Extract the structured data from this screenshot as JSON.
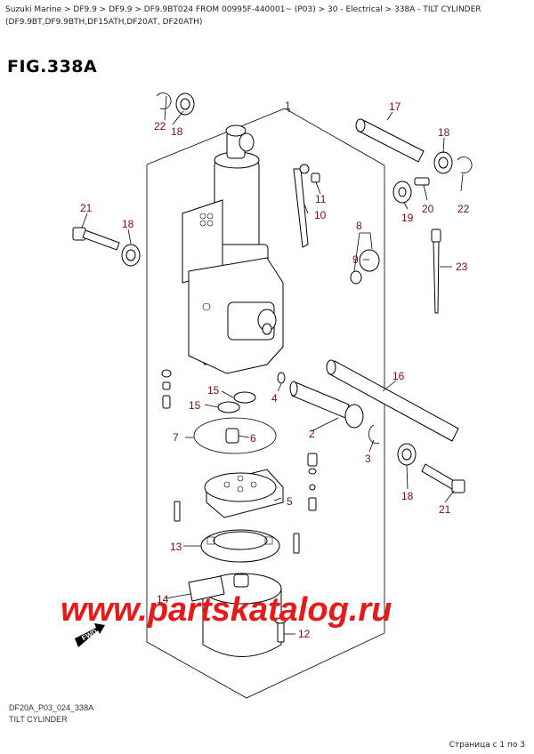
{
  "breadcrumb": "Suzuki Marine > DF9.9 > DF9.9 > DF9.9BT024 FROM 00995F-440001~ (P03) > 30 - Electrical > 338A - TILT CYLINDER (DF9.9BT,DF9.9BTH,DF15ATH,DF20AT, DF20ATH)",
  "figure_title": "FIG.338A",
  "watermark": "www.partskatalog.ru",
  "fwd_label": "FWD",
  "drawing_code": "DF20A_P03_024_338A",
  "caption": "TILT CYLINDER",
  "pager": "Страница с 1 по 3",
  "callouts": {
    "c1": "1",
    "c2": "2",
    "c3": "3",
    "c4": "4",
    "c5": "5",
    "c6": "6",
    "c7": "7",
    "c8": "8",
    "c9": "9",
    "c10": "10",
    "c11": "11",
    "c12": "12",
    "c13": "13",
    "c14": "14",
    "c15a": "15",
    "c15b": "15",
    "c16": "16",
    "c17": "17",
    "c18a": "18",
    "c18b": "18",
    "c18c": "18",
    "c18d": "18",
    "c19": "19",
    "c20": "20",
    "c21a": "21",
    "c21b": "21",
    "c22a": "22",
    "c22b": "22",
    "c23": "23"
  },
  "colors": {
    "callout": "#7a0d0d",
    "watermark": "#e51b1b"
  }
}
